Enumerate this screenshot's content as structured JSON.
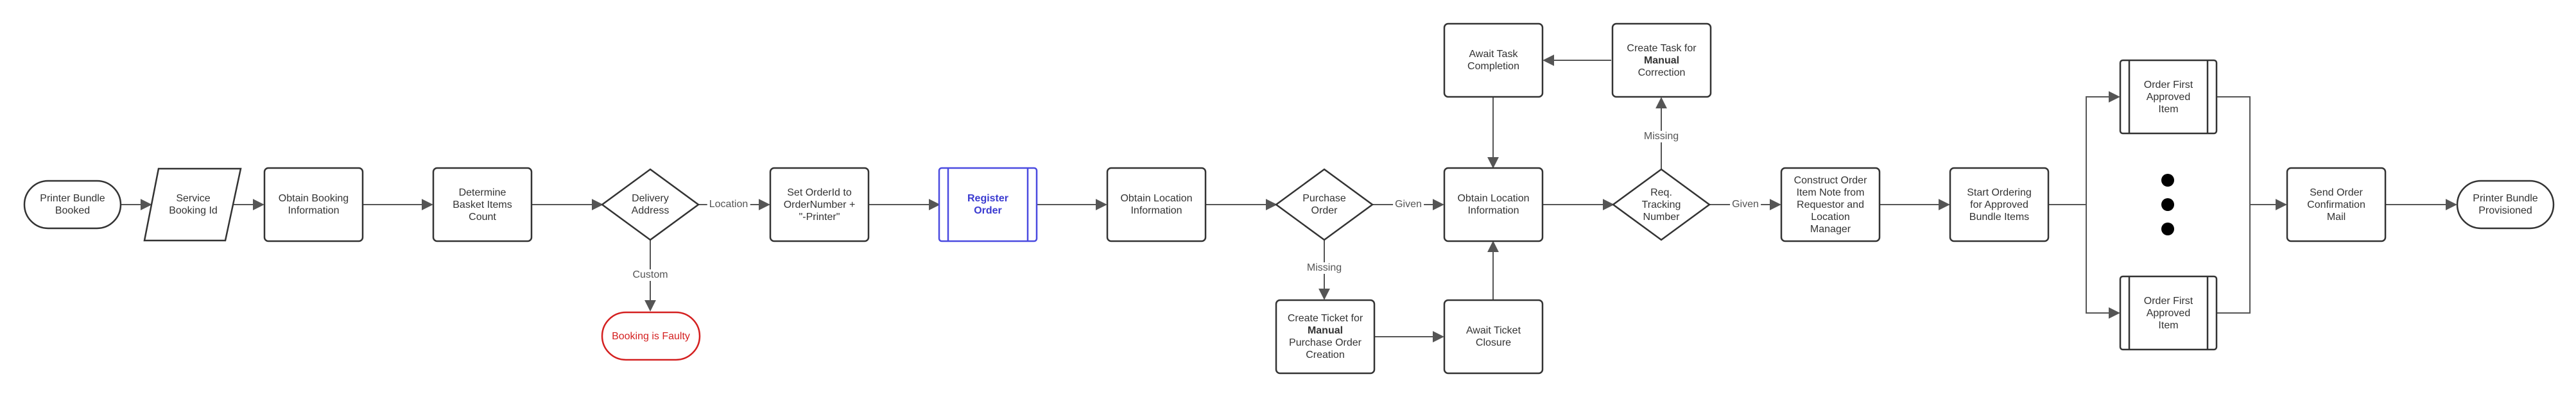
{
  "diagram": {
    "nodes": {
      "start": "Printer Bundle\nBooked",
      "service_booking_id": "Service\nBooking Id",
      "obtain_booking": "Obtain Booking\nInformation",
      "basket_count": "Determine\nBasket Items\nCount",
      "delivery_address": "Delivery\nAddress",
      "booking_faulty": "Booking is Faulty",
      "set_orderid": "Set OrderId to\nOrderNumber +\n\"-Printer\"",
      "register_order": "Register\nOrder",
      "obtain_location_1": "Obtain Location\nInformation",
      "purchase_order": "Purchase\nOrder",
      "ticket_prefix": "Create Ticket for",
      "ticket_bold": "Manual",
      "ticket_suffix": "Purchase Order\nCreation",
      "await_ticket": "Await Ticket\nClosure",
      "obtain_location_2": "Obtain Location\nInformation",
      "await_task": "Await Task\nCompletion",
      "task_prefix": "Create Task for",
      "task_bold": "Manual",
      "task_suffix": "Correction",
      "tracking": "Req.\nTracking\nNumber",
      "construct_note": "Construct Order\nItem Note from\nRequestor and\nLocation\nManager",
      "start_ordering": "Start Ordering\nfor Approved\nBundle Items",
      "order_first_1": "Order First\nApproved\nItem",
      "order_first_2": "Order First\nApproved\nItem",
      "send_mail": "Send Order\nConfirmation\nMail",
      "end": "Printer Bundle\nProvisioned"
    },
    "edge_labels": {
      "location": "Location",
      "custom": "Custom",
      "given_1": "Given",
      "missing_1": "Missing",
      "given_2": "Given",
      "missing_2": "Missing"
    },
    "colors": {
      "stroke": "#333333",
      "highlight": "#4a4ae0",
      "error": "#d42020"
    }
  }
}
